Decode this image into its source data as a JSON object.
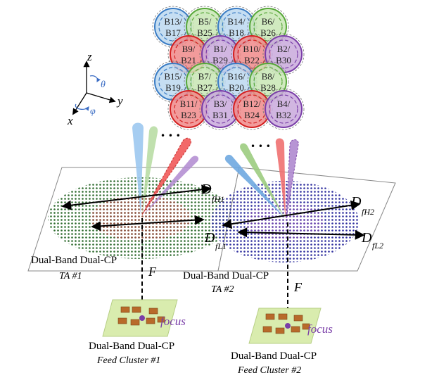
{
  "beams": {
    "row1": [
      "B13/B17",
      "B5/B25",
      "B14/B18",
      "B6/B26"
    ],
    "row2": [
      "B9/B21",
      "B1/B29",
      "B10/B22",
      "B2/B30"
    ],
    "row3": [
      "B15/B19",
      "B7/B27",
      "B16/B20",
      "B8/B28"
    ],
    "row4": [
      "B11/B23",
      "B3/B31",
      "B12/B24",
      "B4/B32"
    ]
  },
  "beam_colors": {
    "blue": "#bcd8f0",
    "blue_stroke": "#3a7cc4",
    "green": "#c8e6b4",
    "green_stroke": "#58a83a",
    "red": "#f08a8a",
    "red_stroke": "#d42020",
    "purple": "#c9a9dc",
    "purple_stroke": "#7a3ea8"
  },
  "axes": {
    "z": "z",
    "y": "y",
    "x": "x",
    "theta": "θ",
    "phi": "φ"
  },
  "ta1": {
    "title": "Dual-Band Dual-CP",
    "name": "TA #1",
    "d_high": "D",
    "d_high_sub": "fH1",
    "d_low": "D",
    "d_low_sub": "fL1"
  },
  "ta2": {
    "title": "Dual-Band Dual-CP",
    "name": "TA #2",
    "d_high": "D",
    "d_high_sub": "fH2",
    "d_low": "D",
    "d_low_sub": "fL2"
  },
  "focal_label": "F",
  "focus_label": "focus",
  "feed1": {
    "title": "Dual-Band Dual-CP",
    "name": "Feed Cluster #1"
  },
  "feed2": {
    "title": "Dual-Band Dual-CP",
    "name": "Feed Cluster #2"
  },
  "ellipsis": "• • •",
  "colors": {
    "ta1_dots": "#2e6b2e",
    "ta2_dots": "#2e2e9e",
    "focus_text": "#7a3ea8",
    "pcb": "#d9ecae"
  }
}
